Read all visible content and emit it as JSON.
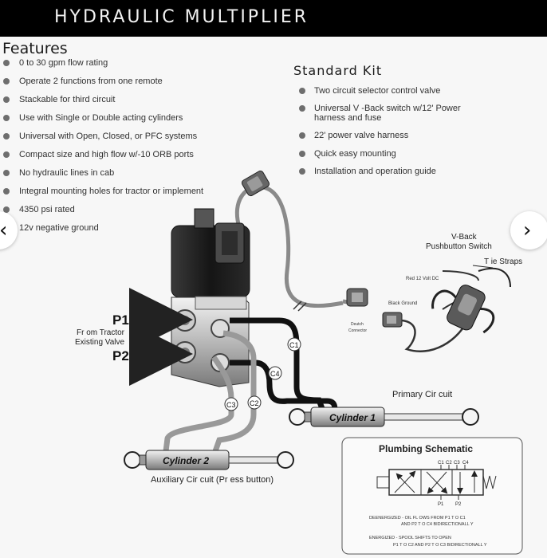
{
  "header": {
    "title": "HYDRAULIC MULTIPLIER"
  },
  "features": {
    "title": "Features",
    "items": [
      "0 to 30 gpm flow rating",
      "Operate 2 functions from one remote",
      "Stackable for third circuit",
      "Use with Single or Double acting cylinders",
      "Universal with Open, Closed, or PFC systems",
      "Compact size and high flow w/-10 ORB ports",
      "No hydraulic lines in cab",
      "Integral mounting holes for tractor or implement",
      "4350 psi rated",
      "12v negative ground"
    ]
  },
  "kit": {
    "title": "Standard Kit",
    "items": [
      {
        "line1": "Two circuit selector control valve",
        "line2": ""
      },
      {
        "line1": "Universal V       -Back switch w/12' Power",
        "line2": "harness and fuse"
      },
      {
        "line1": "22' power valve harness",
        "line2": ""
      },
      {
        "line1": "Quick easy mounting",
        "line2": ""
      },
      {
        "line1": "Installation and operation guide",
        "line2": ""
      }
    ]
  },
  "diagram": {
    "p1": "P1",
    "p2": "P2",
    "from_tractor_1": "Fr om Tractor",
    "from_tractor_2": "Existing  Valve",
    "c1": "C1",
    "c2": "C2",
    "c3": "C3",
    "c4": "C4",
    "cylinder1": "Cylinder 1",
    "cylinder2": "Cylinder 2",
    "primary_circuit": "Primary Cir   cuit",
    "auxiliary_circuit": "Auxiliary Cir   cuit (Pr ess button)",
    "vback_1": "V-Back",
    "vback_2": "Pushbutton Switch",
    "tie_straps": "T ie Straps",
    "red_wire": "Red 12 Volt DC",
    "black_ground": "Black Ground",
    "deutsch_1": "Deutch",
    "deutsch_2": "Connector"
  },
  "schematic": {
    "title": "Plumbing Schematic",
    "c_labels": [
      "C1",
      "C2",
      "C3",
      "C4"
    ],
    "p_labels": [
      "P1",
      "P2"
    ],
    "deenergized_1": "DEENERGIZED - OIL FL  OWS FROM P1 T  O C1",
    "deenergized_2": "AND P2 T      O C4 BIDIRECTIONALL  Y",
    "energized_1": "ENERGIZED - SPOOL SHIFTS TO OPEN",
    "energized_2": "P1 T      O C2 AND P2 T  O C3 BIDIRECTIONALL   Y"
  },
  "nav": {
    "prev": "‹",
    "next": "›"
  }
}
